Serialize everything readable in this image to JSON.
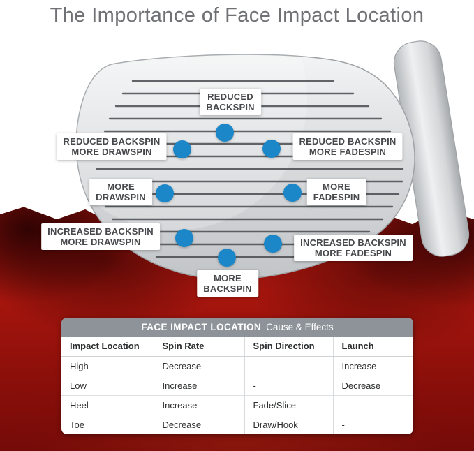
{
  "title": "The Importance of Face Impact Location",
  "colors": {
    "accent_blue": "#1b87c9",
    "table_header_gray": "#8d9399",
    "photo_red": "#a8160e",
    "title_gray": "#707175"
  },
  "callouts": {
    "top": {
      "line1": "REDUCED",
      "line2": "BACKSPIN"
    },
    "upper_left": {
      "line1": "REDUCED BACKSPIN",
      "line2": "MORE DRAWSPIN"
    },
    "upper_right": {
      "line1": "REDUCED BACKSPIN",
      "line2": "MORE FADESPIN"
    },
    "mid_left": {
      "line1": "MORE",
      "line2": "DRAWSPIN"
    },
    "mid_right": {
      "line1": "MORE",
      "line2": "FADESPIN"
    },
    "lower_left": {
      "line1": "INCREASED BACKSPIN",
      "line2": "MORE DRAWSPIN"
    },
    "lower_right": {
      "line1": "INCREASED BACKSPIN",
      "line2": "MORE FADESPIN"
    },
    "bottom": {
      "line1": "MORE",
      "line2": "BACKSPIN"
    }
  },
  "table": {
    "header_title": "FACE IMPACT LOCATION",
    "header_subtitle": "Cause & Effects",
    "columns": [
      "Impact Location",
      "Spin Rate",
      "Spin Direction",
      "Launch"
    ],
    "rows": [
      [
        "High",
        "Decrease",
        "-",
        "Increase"
      ],
      [
        "Low",
        "Increase",
        "-",
        "Decrease"
      ],
      [
        "Heel",
        "Increase",
        "Fade/Slice",
        "-"
      ],
      [
        "Toe",
        "Decrease",
        "Draw/Hook",
        "-"
      ]
    ]
  }
}
